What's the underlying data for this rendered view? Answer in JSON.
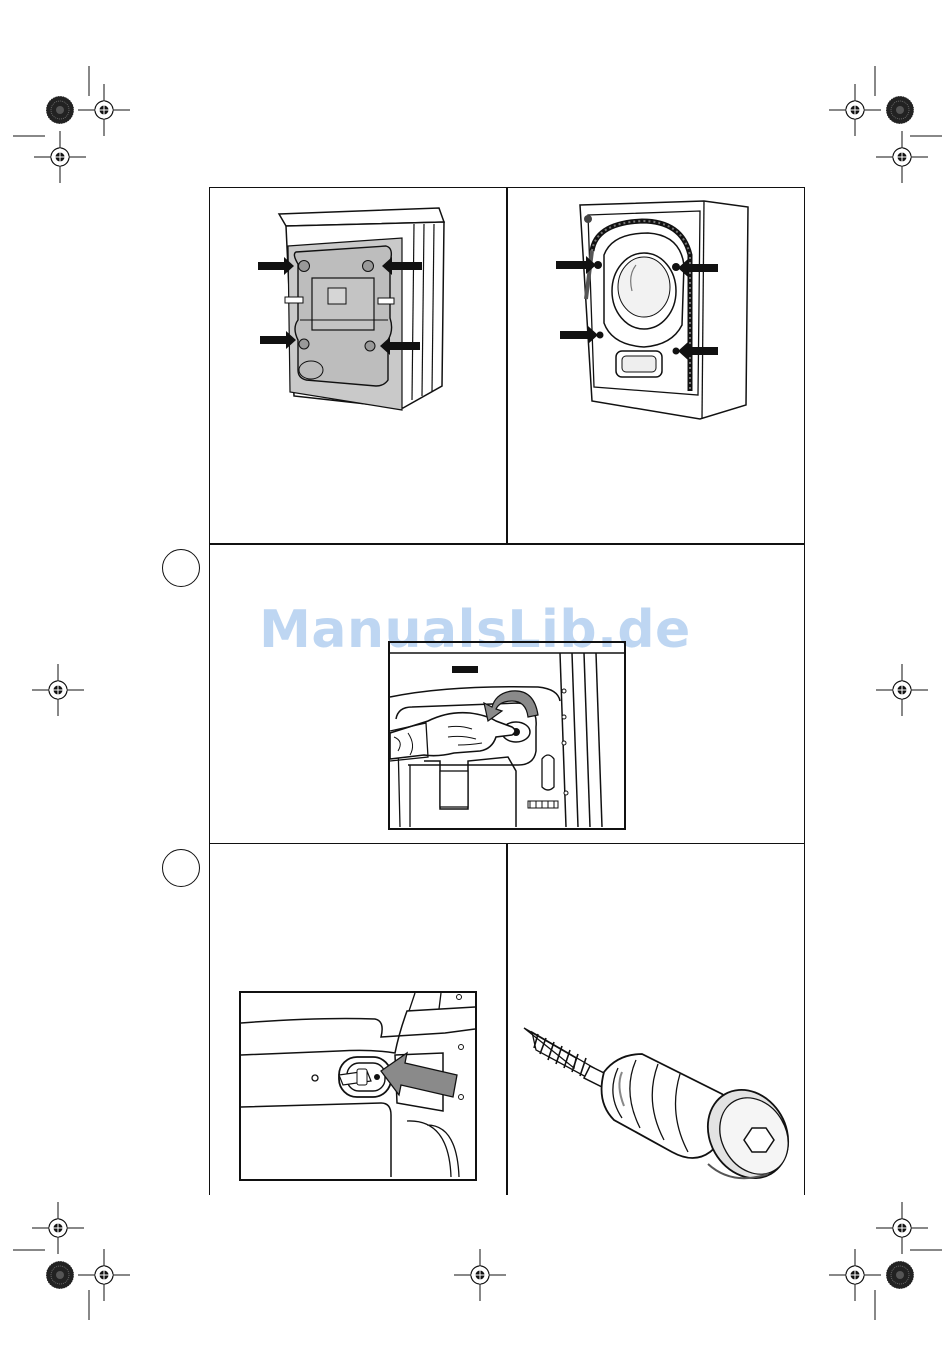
{
  "watermark": {
    "text": "ManualsLib.de",
    "color": "#a9c9ee"
  },
  "step_markers": [
    {
      "label": ""
    },
    {
      "label": ""
    }
  ],
  "figures": [
    {
      "name": "back-panel-arrows",
      "arrow_count": 4
    },
    {
      "name": "drum-front-arrows",
      "arrow_count": 4
    },
    {
      "name": "hand-turning-bolt"
    },
    {
      "name": "bolt-insert-arrow"
    },
    {
      "name": "screwdriver-screw"
    }
  ],
  "colors": {
    "ink": "#111111",
    "panel_grey": "#c9c9c9",
    "arrow_grey": "#8a8a8a"
  },
  "icons": [
    "registration-mark-icon",
    "starburst-registration-icon",
    "curved-arrow-icon",
    "arrow-icon"
  ]
}
